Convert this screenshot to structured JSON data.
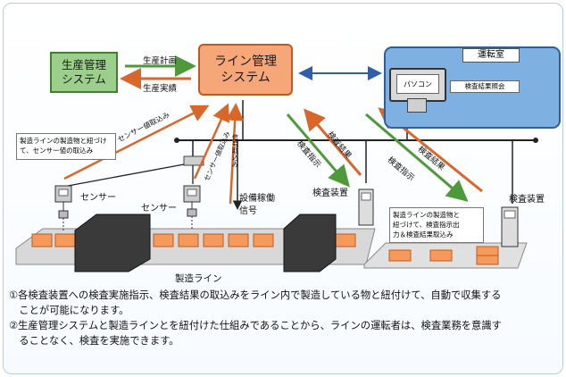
{
  "boxes": {
    "production_mgmt": "生産管理\nシステム",
    "line_mgmt": "ライン管理\nシステム",
    "operation_room": "運転室",
    "pc": "パソコン",
    "pc_screen": "検査結果照会"
  },
  "arrows": {
    "production_plan": "生産計画",
    "production_results": "生産実績",
    "sensor_values_left": "センサー値取込み",
    "sensor_values_mid": "センサー値取込み",
    "equipment_signal_fetch": "信号取込み",
    "inspection_instruction_1": "検査指示",
    "inspection_result_1": "検査結果",
    "inspection_instruction_2": "検査指示",
    "inspection_result_2": "検査結果"
  },
  "labels": {
    "sensor_left": "センサー",
    "sensor_mid": "センサー",
    "equipment_signal": "設備稼働\n信号",
    "inspection_device_1": "検査装置",
    "inspection_device_2": "検査装置",
    "production_line": "製造ライン"
  },
  "notes": {
    "left_note": "製造ラインの製造物と紐づけ\nて、センサー値の取込み",
    "right_note": "製造ラインの製造物と\n紐づけて、検査指示出\n力＆検査結果取込み"
  },
  "footer": {
    "line1": "①各検査装置への検査実施指示、検査結果の取込みをライン内で製造している物と紐付けて、自動で収集する",
    "line2": "　ことが可能になります。",
    "line3": "②生産管理システムと製造ラインとを紐付けた仕組みであることから、ラインの運転者は、検査業務を意識す",
    "line4": "　ることなく、検査を実施できます。"
  },
  "colors": {
    "green_arrow": "#4e9a3a",
    "orange_arrow": "#d9662a",
    "blue_arrow": "#2f5fa8",
    "production_box": "#9ccf8c",
    "line_box": "#f6a77a",
    "operation_room": "#7fb0e2",
    "product_block": "#f59a5a"
  }
}
